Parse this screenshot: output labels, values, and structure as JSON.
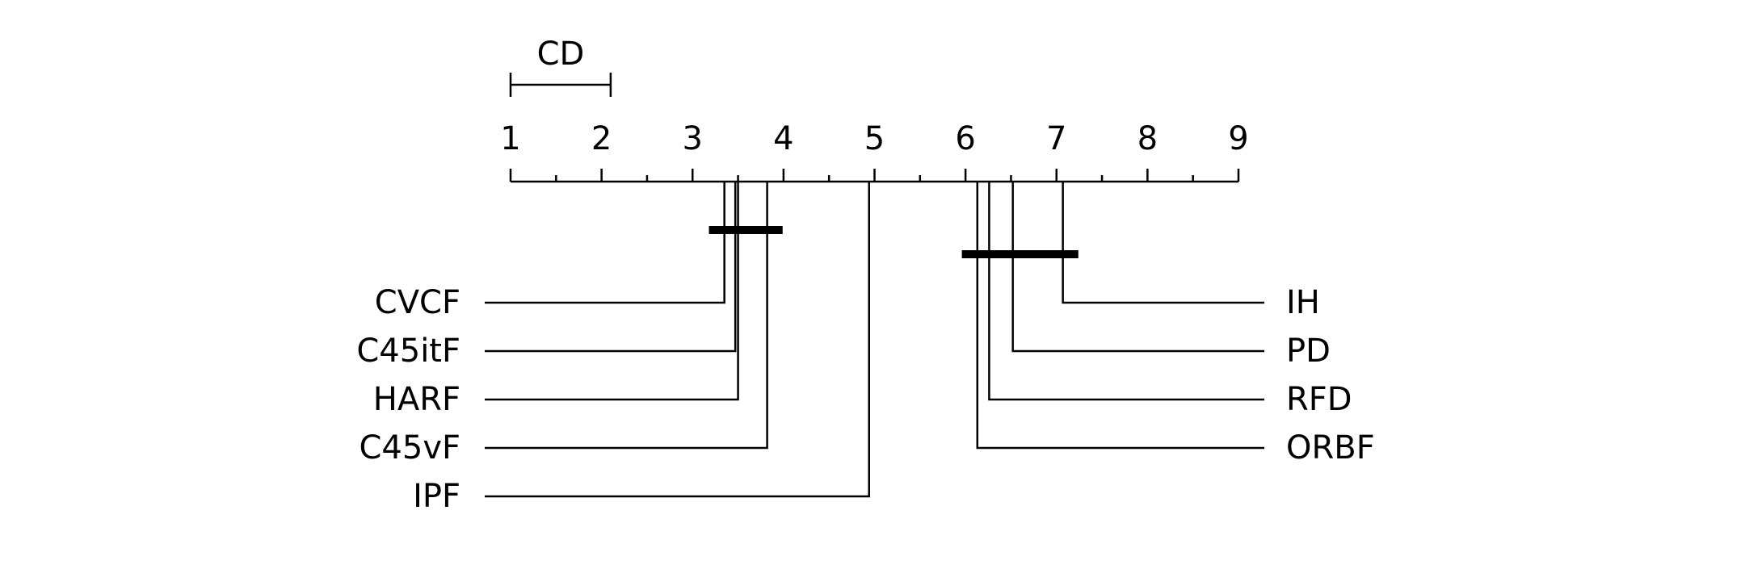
{
  "chart_data": {
    "type": "critical-difference",
    "axis": {
      "min": 1,
      "max": 9,
      "ticks": [
        "1",
        "2",
        "3",
        "4",
        "5",
        "6",
        "7",
        "8",
        "9"
      ]
    },
    "cd": {
      "label": "CD",
      "value": 1.1
    },
    "left_methods": [
      {
        "name": "CVCF",
        "rank": 3.35
      },
      {
        "name": "C45itF",
        "rank": 3.47
      },
      {
        "name": "HARF",
        "rank": 3.5
      },
      {
        "name": "C45vF",
        "rank": 3.82
      },
      {
        "name": "IPF",
        "rank": 4.94
      }
    ],
    "right_methods": [
      {
        "name": "IH",
        "rank": 7.07
      },
      {
        "name": "PD",
        "rank": 6.52
      },
      {
        "name": "RFD",
        "rank": 6.26
      },
      {
        "name": "ORBF",
        "rank": 6.13
      }
    ],
    "cliques": [
      {
        "from": 3.18,
        "to": 3.99
      },
      {
        "from": 5.96,
        "to": 7.24
      }
    ]
  }
}
